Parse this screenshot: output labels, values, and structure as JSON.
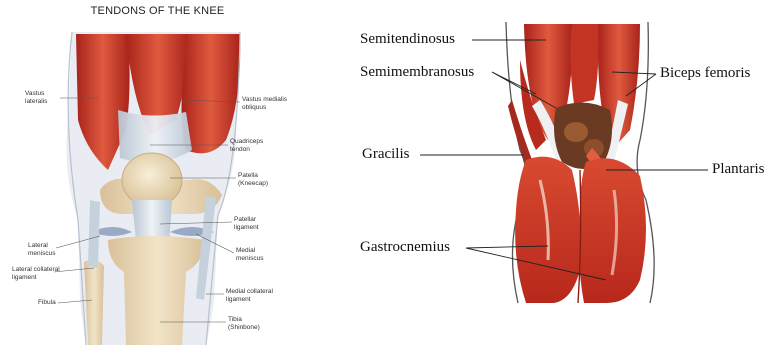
{
  "left_panel": {
    "title": "TENDONS OF THE KNEE",
    "labels": {
      "vastus_lateralis": "Vastus\nlateralis",
      "vastus_medialis_obliquus": "Vastus medialis\nobliquus",
      "quadriceps_tendon": "Quadriceps\ntendon",
      "patella": "Patella\n(Kneecap)",
      "patellar_ligament": "Patellar\nligament",
      "lateral_meniscus": "Lateral\nmeniscus",
      "medial_meniscus": "Medial\nmeniscus",
      "lateral_collateral_ligament": "Lateral collateral\nligament",
      "fibula": "Fibula",
      "medial_collateral_ligament": "Medial collateral\nligament",
      "tibia": "Tibia\n(Shinbone)"
    }
  },
  "right_panel": {
    "labels": {
      "semitendinosus": "Semitendinosus",
      "semimembranosus": "Semimembranosus",
      "biceps_femoris": "Biceps femoris",
      "gracilis": "Gracilis",
      "plantaris": "Plantaris",
      "gastrocnemius": "Gastrocnemius"
    }
  },
  "colors": {
    "muscle_red": "#c8301f",
    "muscle_light": "#e8846a",
    "tendon_white": "#dfe6ee",
    "bone": "#ecd9b8",
    "skin_outline": "#555555",
    "leader_line": "#222222"
  }
}
